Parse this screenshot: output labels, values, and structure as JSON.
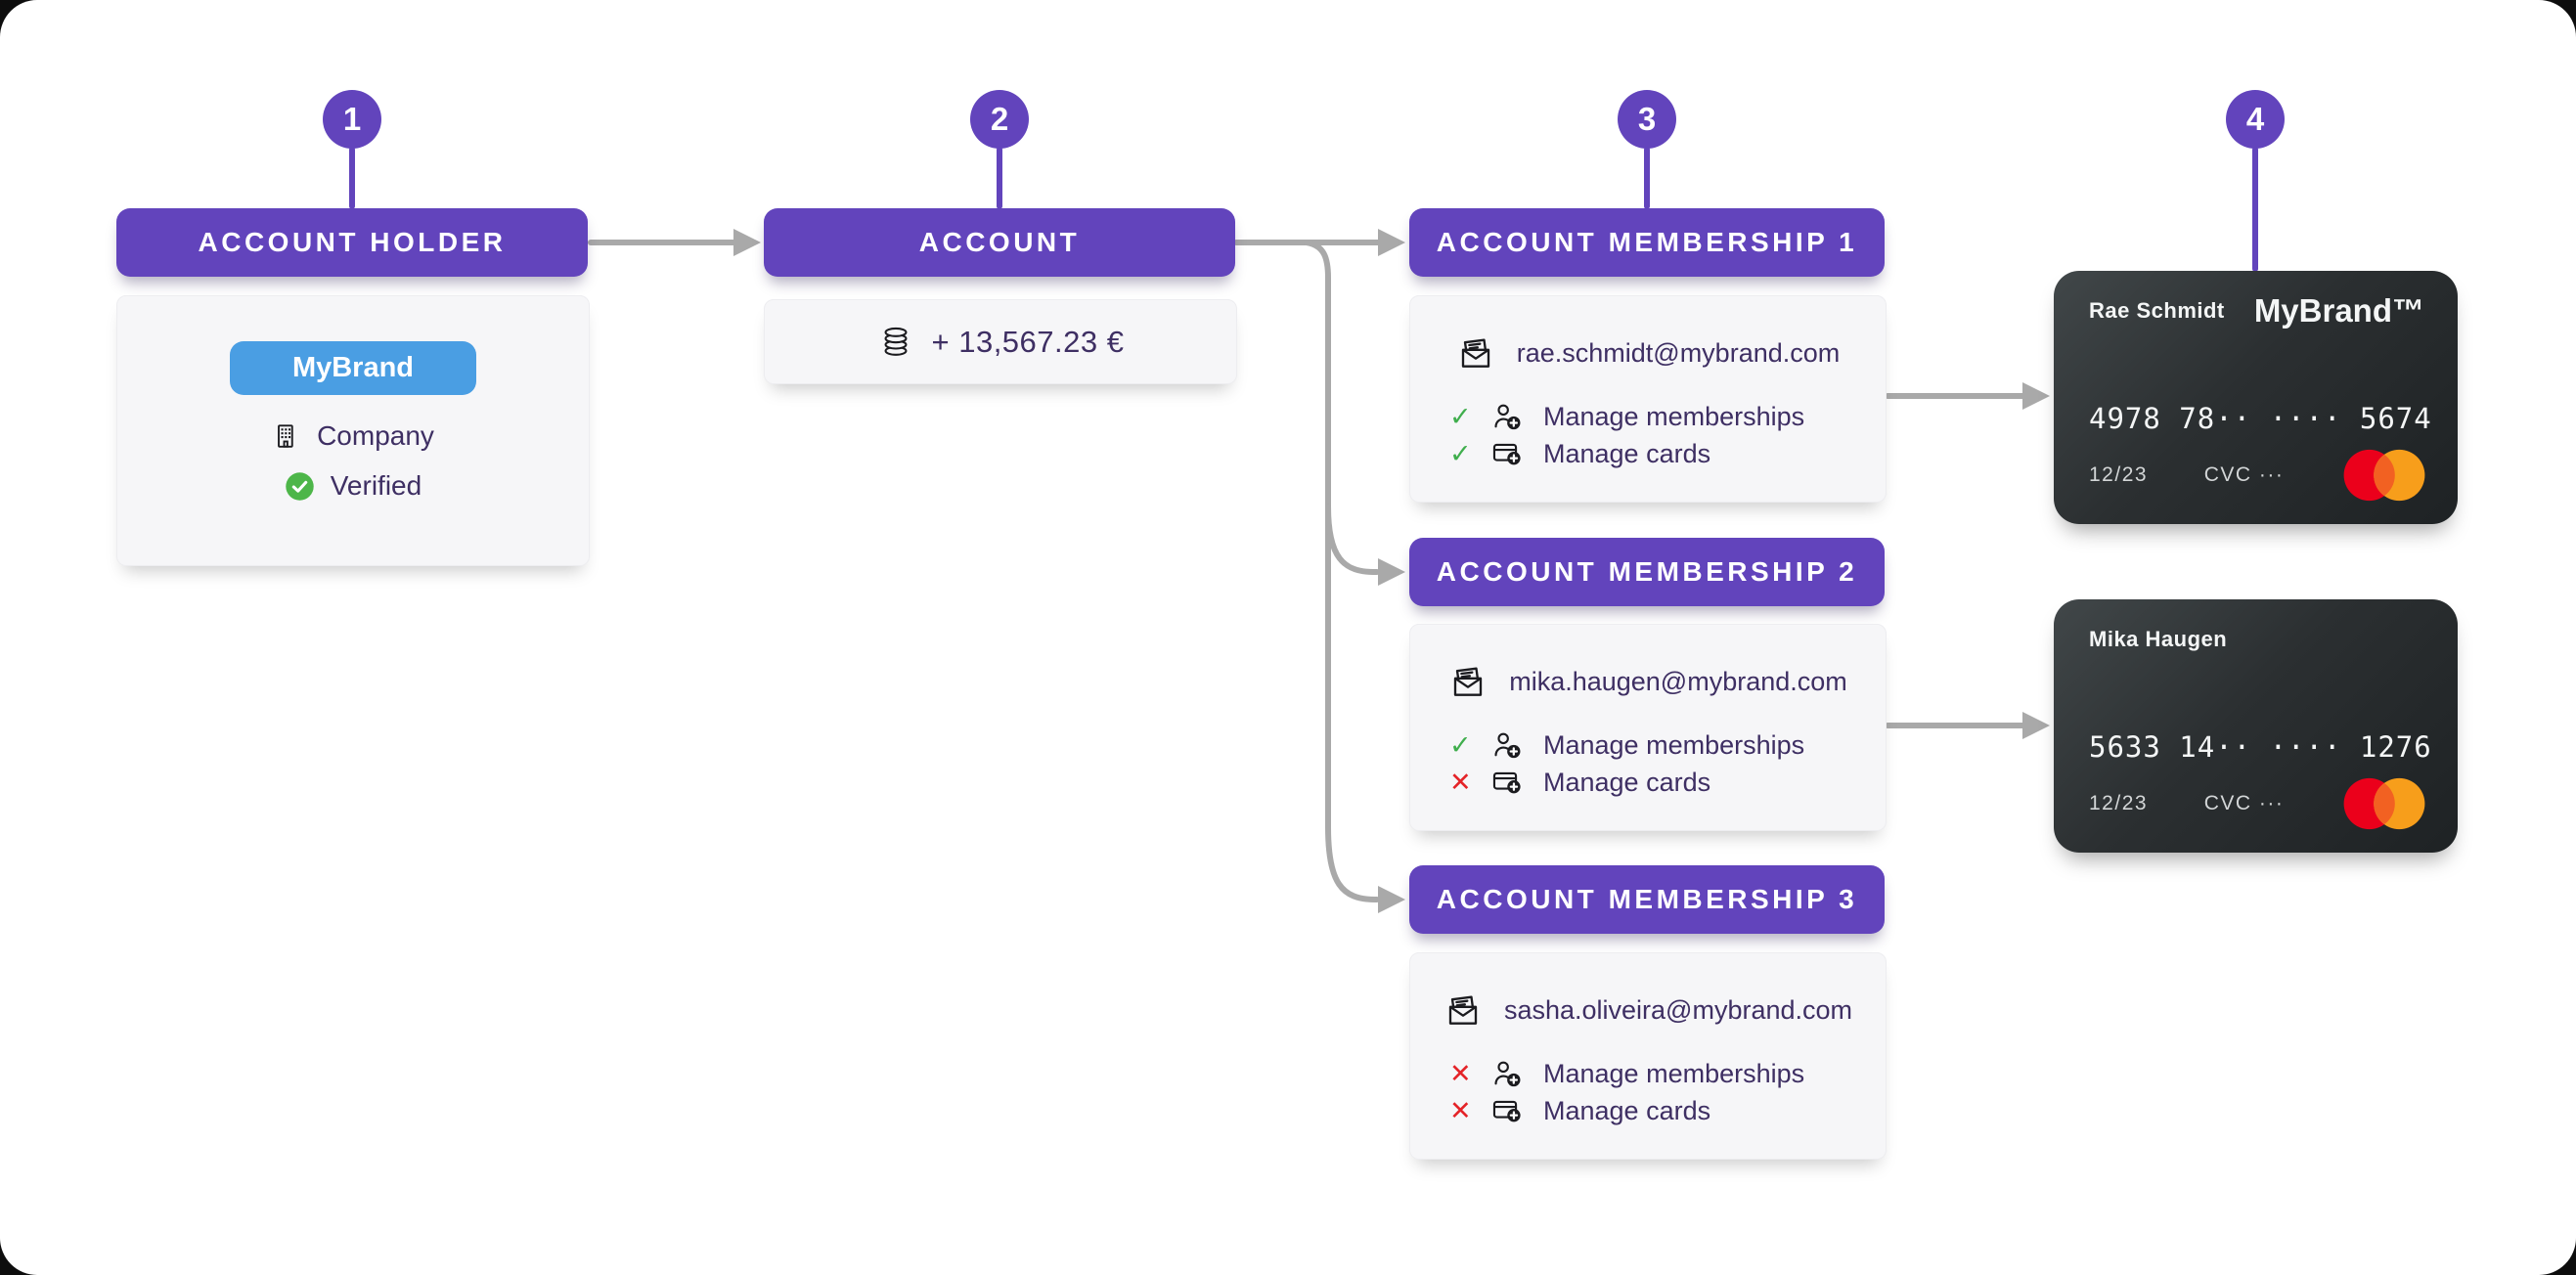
{
  "colors": {
    "accent_purple": "#6244bc",
    "brand_blue": "#4a9ee3",
    "success_green": "#3fae4d",
    "error_red": "#e42328",
    "arrow_gray": "#a9a9a9",
    "text_ink": "#3e2f63",
    "card_bg": "#f6f6f8",
    "bank_dark": "#25292b",
    "mastercard_red": "#eb001b",
    "mastercard_orange": "#f79e1b",
    "mastercard_overlap": "#f26122"
  },
  "account_holder": {
    "step": "1",
    "title": "ACCOUNT HOLDER",
    "brand": "MyBrand",
    "type_label": "Company",
    "type_icon": "building-icon",
    "status_label": "Verified",
    "status_icon": "verified-check-icon"
  },
  "account": {
    "step": "2",
    "title": "ACCOUNT",
    "balance": "+ 13,567.23 €",
    "balance_icon": "coins-icon"
  },
  "memberships": {
    "step": "3",
    "items": [
      {
        "title": "ACCOUNT MEMBERSHIP 1",
        "email": "rae.schmidt@mybrand.com",
        "permissions": [
          {
            "label": "Manage memberships",
            "state": "allowed",
            "mark": "✓",
            "icon": "person-add-icon"
          },
          {
            "label": "Manage cards",
            "state": "allowed",
            "mark": "✓",
            "icon": "card-add-icon"
          }
        ]
      },
      {
        "title": "ACCOUNT MEMBERSHIP 2",
        "email": "mika.haugen@mybrand.com",
        "permissions": [
          {
            "label": "Manage memberships",
            "state": "allowed",
            "mark": "✓",
            "icon": "person-add-icon"
          },
          {
            "label": "Manage cards",
            "state": "denied",
            "mark": "✕",
            "icon": "card-add-icon"
          }
        ]
      },
      {
        "title": "ACCOUNT MEMBERSHIP 3",
        "email": "sasha.oliveira@mybrand.com",
        "permissions": [
          {
            "label": "Manage memberships",
            "state": "denied",
            "mark": "✕",
            "icon": "person-add-icon"
          },
          {
            "label": "Manage cards",
            "state": "denied",
            "mark": "✕",
            "icon": "card-add-icon"
          }
        ]
      }
    ]
  },
  "cards": {
    "step": "4",
    "items": [
      {
        "holder": "Rae Schmidt",
        "brand": "MyBrand™",
        "number": "4978 78·· ···· 5674",
        "expiry": "12/23",
        "cvc_label": "CVC ···",
        "network_icon": "mastercard-logo"
      },
      {
        "holder": "Mika Haugen",
        "brand": "",
        "number": "5633 14·· ···· 1276",
        "expiry": "12/23",
        "cvc_label": "CVC ···",
        "network_icon": "mastercard-logo"
      }
    ]
  }
}
